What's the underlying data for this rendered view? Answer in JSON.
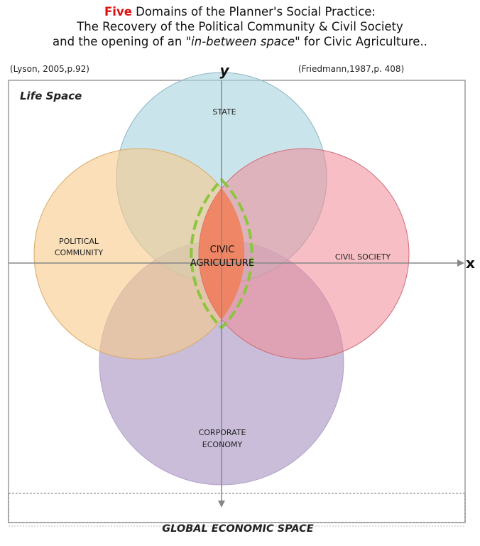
{
  "title": {
    "line1_highlight": "Five",
    "line1_rest": " Domains of the Planner's Social Practice:",
    "line2": "The Recovery of the Political Community & Civil Society",
    "line3_before": "and the opening of an ",
    "line3_italic": "\"in-between space\"",
    "line3_after": " for Civic Agriculture..",
    "highlight_color": "#e01010"
  },
  "citations": {
    "left": "(Lyson, 2005,p.92)",
    "right": "(Friedmann,1987,p. 408)"
  },
  "axes": {
    "y_label": "y",
    "x_label": "x"
  },
  "regions": {
    "life_space": "Life Space",
    "global_economic_space": "GLOBAL ECONOMIC SPACE"
  },
  "domains": {
    "state": {
      "label": "STATE",
      "color": "#a9d4e0"
    },
    "political_community": {
      "line1": "POLITICAL",
      "line2": "COMMUNITY",
      "color": "#f6c98a"
    },
    "civil_society": {
      "label": "CIVIL SOCIETY",
      "color": "#f08a96"
    },
    "corporate_economy": {
      "line1": "CORPORATE",
      "line2": "ECONOMY",
      "color": "#a894c2"
    },
    "civic_agriculture": {
      "line1": "CIVIC",
      "line2": "AGRICULTURE",
      "color": "#f07a50",
      "outline_color": "#8cc63e"
    }
  }
}
